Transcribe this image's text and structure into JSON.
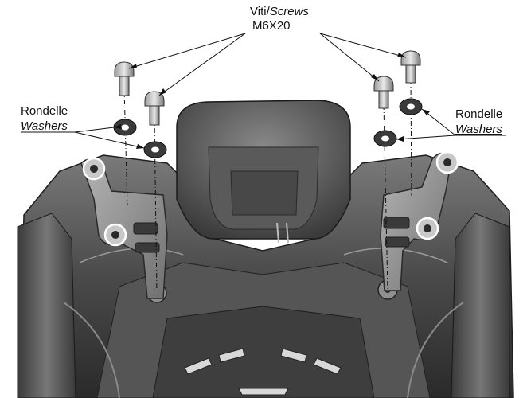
{
  "labels": {
    "screws_it": "Viti/",
    "screws_en": "Screws",
    "screws_size": "M6X20",
    "washers_left_it": "Rondelle",
    "washers_left_en": "Washers",
    "washers_right_it": "Rondelle",
    "washers_right_en": "Washers"
  },
  "colors": {
    "body_dark": "#2e2e2e",
    "body_mid": "#6a6a6a",
    "body_light": "#b4b4b4",
    "bracket": "#8c8c8c",
    "line": "#111111"
  }
}
